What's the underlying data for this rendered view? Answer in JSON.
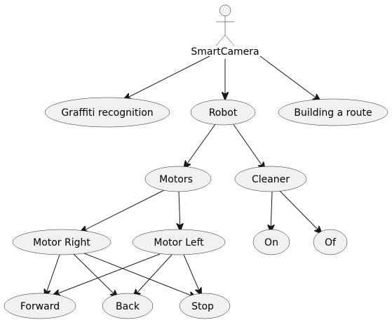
{
  "diagram": {
    "type": "use-case",
    "actor": {
      "id": "smartcamera",
      "label": "SmartCamera"
    },
    "use_cases": [
      {
        "id": "graffiti",
        "label": "Graffiti recognition"
      },
      {
        "id": "robot",
        "label": "Robot"
      },
      {
        "id": "route",
        "label": "Building a route"
      },
      {
        "id": "motors",
        "label": "Motors"
      },
      {
        "id": "cleaner",
        "label": "Cleaner"
      },
      {
        "id": "motor_right",
        "label": "Motor Right"
      },
      {
        "id": "motor_left",
        "label": "Motor Left"
      },
      {
        "id": "on",
        "label": "On"
      },
      {
        "id": "of",
        "label": "Of"
      },
      {
        "id": "forward",
        "label": "Forward"
      },
      {
        "id": "back",
        "label": "Back"
      },
      {
        "id": "stop",
        "label": "Stop"
      }
    ],
    "edges": [
      {
        "from": "smartcamera",
        "to": "graffiti"
      },
      {
        "from": "smartcamera",
        "to": "robot"
      },
      {
        "from": "smartcamera",
        "to": "route"
      },
      {
        "from": "robot",
        "to": "motors"
      },
      {
        "from": "robot",
        "to": "cleaner"
      },
      {
        "from": "motors",
        "to": "motor_right"
      },
      {
        "from": "motors",
        "to": "motor_left"
      },
      {
        "from": "cleaner",
        "to": "on"
      },
      {
        "from": "cleaner",
        "to": "of"
      },
      {
        "from": "motor_right",
        "to": "forward"
      },
      {
        "from": "motor_right",
        "to": "back"
      },
      {
        "from": "motor_right",
        "to": "stop"
      },
      {
        "from": "motor_left",
        "to": "forward"
      },
      {
        "from": "motor_left",
        "to": "back"
      },
      {
        "from": "motor_left",
        "to": "stop"
      }
    ],
    "colors": {
      "node_fill": "#f1f1f1",
      "stroke": "#181818",
      "text": "#000000",
      "background": "#ffffff"
    }
  }
}
